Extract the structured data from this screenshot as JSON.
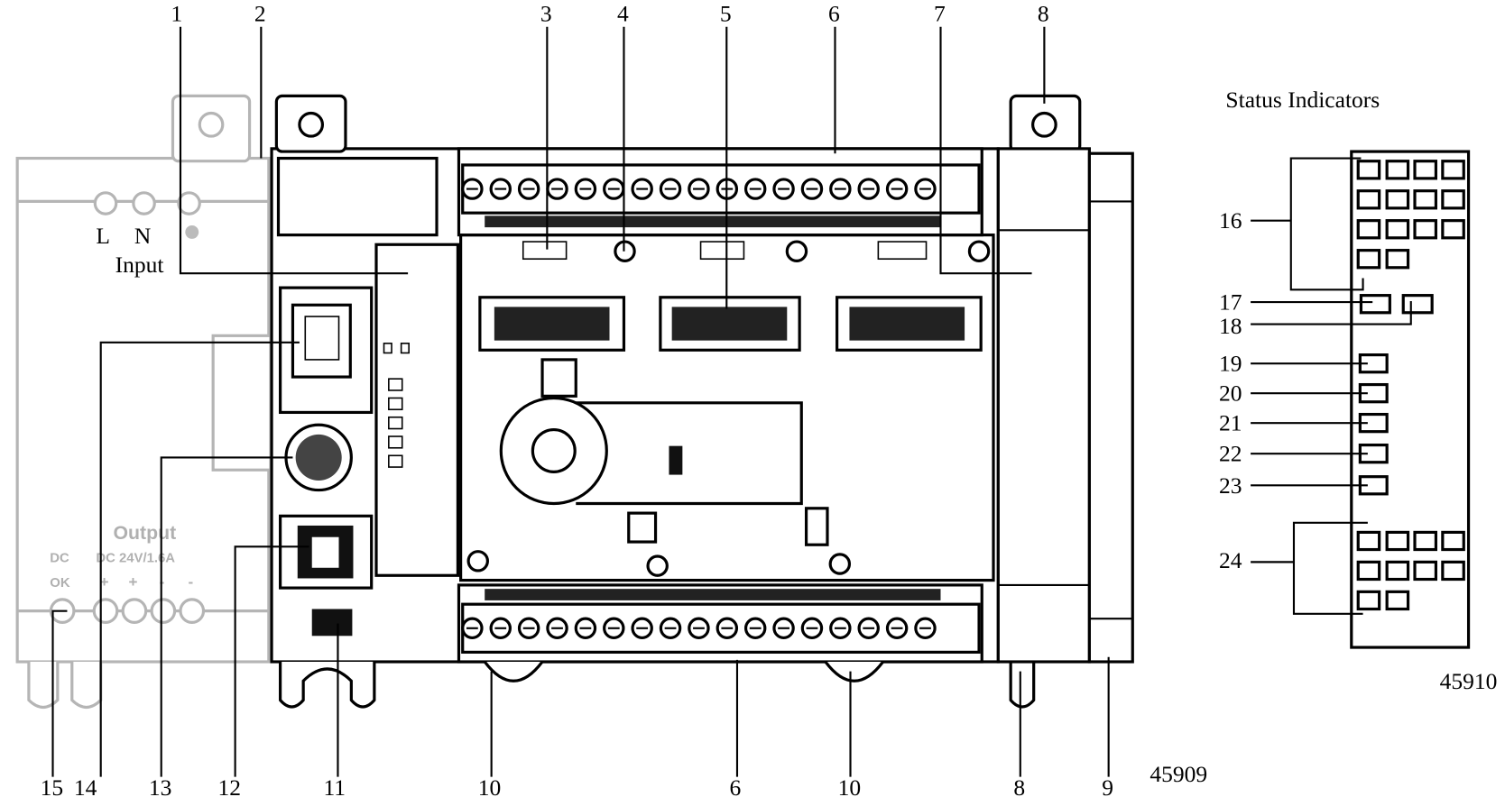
{
  "power_supply": {
    "input_terminals": [
      "L",
      "N"
    ],
    "input_label": "Input",
    "output_label": "Output",
    "output_rating": "DC 24V/1.6A",
    "dc_ok_label": [
      "DC",
      "OK"
    ],
    "output_polarity": [
      "+",
      "+",
      "-",
      "-"
    ]
  },
  "callouts": {
    "top": [
      "1",
      "2",
      "3",
      "4",
      "5",
      "6",
      "7",
      "8"
    ],
    "bottom": [
      "15",
      "14",
      "13",
      "12",
      "11",
      "10",
      "6",
      "10",
      "8",
      "9"
    ],
    "status": [
      "16",
      "17",
      "18",
      "19",
      "20",
      "21",
      "22",
      "23",
      "24"
    ]
  },
  "status_panel": {
    "title": "Status Indicators",
    "group_16_led_count": 14,
    "group_24_led_count": 10
  },
  "figure_ids": {
    "main": "45909",
    "status": "45910"
  }
}
